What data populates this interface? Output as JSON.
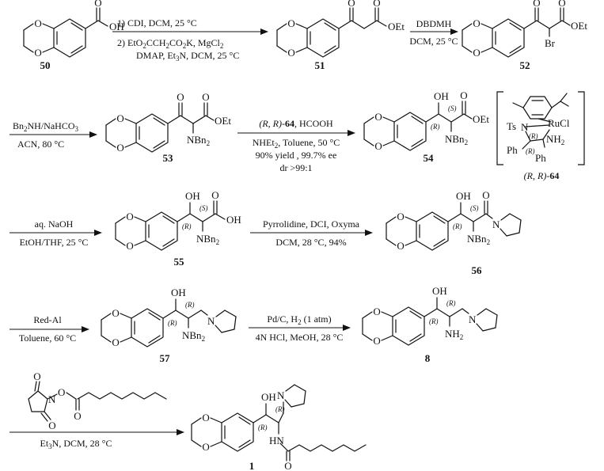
{
  "compounds": {
    "c50": {
      "label": "50",
      "atoms": {
        "oh": "OH",
        "o_carbonyl": "O"
      }
    },
    "c51": {
      "label": "51",
      "atoms": {
        "oet": "OEt"
      }
    },
    "c52": {
      "label": "52",
      "atoms": {
        "oet": "OEt",
        "br": "Br"
      }
    },
    "c53": {
      "label": "53",
      "atoms": {
        "oet": "OEt",
        "nbn": "NBn",
        "bn_sub": "2"
      }
    },
    "c54": {
      "label": "54",
      "atoms": {
        "oh": "OH",
        "oet": "OEt",
        "nbn": "NBn",
        "bn_sub": "2",
        "r": "(R)",
        "s": "(S)"
      }
    },
    "c55": {
      "label": "55",
      "atoms": {
        "oh": "OH",
        "cooh": "OH",
        "nbn": "NBn",
        "bn_sub": "2",
        "r": "(R)",
        "s": "(S)"
      }
    },
    "c56": {
      "label": "56",
      "atoms": {
        "oh": "OH",
        "n": "N",
        "nbn": "NBn",
        "bn_sub": "2",
        "r": "(R)",
        "s": "(S)"
      }
    },
    "c57": {
      "label": "57",
      "atoms": {
        "oh": "OH",
        "n": "N",
        "nbn": "NBn",
        "bn_sub": "2",
        "r1": "(R)",
        "r2": "(R)"
      }
    },
    "c8": {
      "label": "8",
      "atoms": {
        "oh": "OH",
        "n": "N",
        "nh2": "NH",
        "nh2_sub": "2",
        "r1": "(R)",
        "r2": "(R)"
      }
    },
    "c1": {
      "label": "1",
      "atoms": {
        "oh": "OH",
        "n": "N",
        "hn": "HN",
        "o": "O",
        "r1": "(R)",
        "r2": "(R)"
      }
    },
    "catalyst": {
      "label_pre": "(R, R)-",
      "label_num": "64",
      "atoms": {
        "ts": "Ts",
        "n": "N",
        "ru": "RuCl",
        "nh2": "NH",
        "nh2_sub": "2",
        "ph1": "Ph",
        "ph2": "Ph",
        "r1": "(R)",
        "r2": "(R)"
      }
    },
    "reagent": {
      "atoms": {
        "o1": "O",
        "o2": "O",
        "o3": "O",
        "n": "N",
        "o_link": "O"
      }
    },
    "ring_o": "O"
  },
  "steps": {
    "s1": {
      "line1": "1) CDI, DCM, 25 °C",
      "line2": "2) EtO",
      "line2b": "CCH",
      "line2c": "CO",
      "line2d": "K, MgCl",
      "line3": "DMAP, Et",
      "line3b": "N, DCM, 25 °C"
    },
    "s2": {
      "above": "DBDMH",
      "below": "DCM, 25 °C"
    },
    "s3": {
      "above": "Bn",
      "above_b": "NH/NaHCO",
      "below": "ACN, 80 °C"
    },
    "s4": {
      "above_pre": "(R, R)-",
      "above_num": "64",
      "above_post": ", HCOOH",
      "below1": "NHEt",
      "below1b": ", Toluene, 50 °C",
      "below2": "90% yield , 99.7% ee",
      "below3": "dr >99:1"
    },
    "s5": {
      "above": "aq. NaOH",
      "below": "EtOH/THF, 25 °C"
    },
    "s6": {
      "above": "Pyrrolidine, DCI, Oxyma",
      "below": "DCM, 28 °C, 94%"
    },
    "s7": {
      "above": "Red-Al",
      "below": "Toluene, 60 °C"
    },
    "s8": {
      "above": "Pd/C, H",
      "above_b": " (1 atm)",
      "below": "4N HCl, MeOH, 28 °C"
    },
    "s9": {
      "below": "Et",
      "below_b": "N, DCM, 28 °C"
    },
    "subs": {
      "two": "2",
      "three": "3"
    }
  }
}
